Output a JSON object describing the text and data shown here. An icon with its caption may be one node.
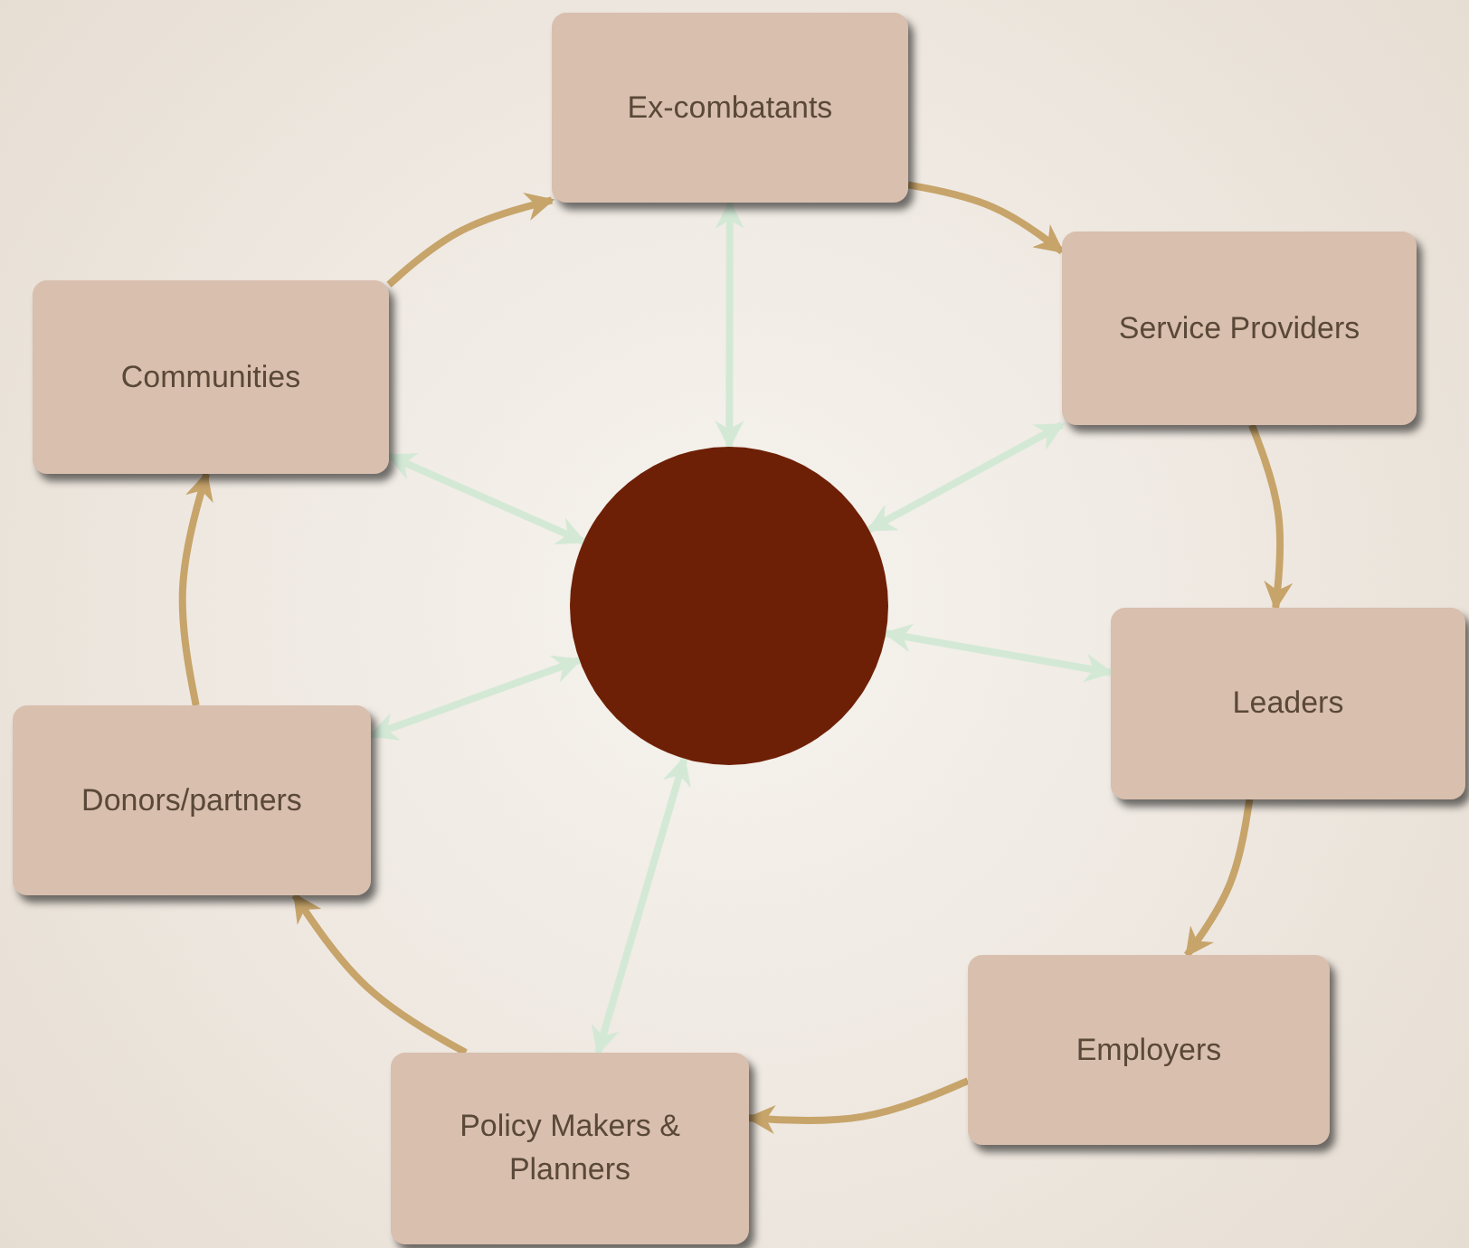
{
  "diagram": {
    "nodes": [
      {
        "text": [
          "Ex-combatants"
        ]
      },
      {
        "text": [
          "Service Providers"
        ]
      },
      {
        "text": [
          "Leaders"
        ]
      },
      {
        "text": [
          "Employers"
        ]
      },
      {
        "text": [
          "Policy Makers & Planners"
        ]
      },
      {
        "text": [
          "Donors/partners"
        ]
      },
      {
        "text": [
          "Communities"
        ]
      },
      {
        "text": [],
        "shape": "circle"
      }
    ],
    "edges": [
      {
        "from": 6,
        "to": 0,
        "arrow": "to"
      },
      {
        "from": 0,
        "to": 1,
        "arrow": "to"
      },
      {
        "from": 1,
        "to": 2,
        "arrow": "to"
      },
      {
        "from": 2,
        "to": 3,
        "arrow": "to"
      },
      {
        "from": 3,
        "to": 4,
        "arrow": "to"
      },
      {
        "from": 4,
        "to": 5,
        "arrow": "to"
      },
      {
        "from": 5,
        "to": 6,
        "arrow": "to"
      },
      {
        "from": 7,
        "to": 0,
        "arrow": "both",
        "color": "#d3e9d6"
      },
      {
        "from": 7,
        "to": 1,
        "arrow": "both",
        "color": "#d3e9d6"
      },
      {
        "from": 7,
        "to": 2,
        "arrow": "both",
        "color": "#d3e9d6"
      },
      {
        "from": 7,
        "to": 4,
        "arrow": "both",
        "color": "#d3e9d6"
      },
      {
        "from": 7,
        "to": 5,
        "arrow": "both",
        "color": "#d3e9d6"
      },
      {
        "from": 7,
        "to": 6,
        "arrow": "both",
        "color": "#d3e9d6"
      }
    ]
  }
}
